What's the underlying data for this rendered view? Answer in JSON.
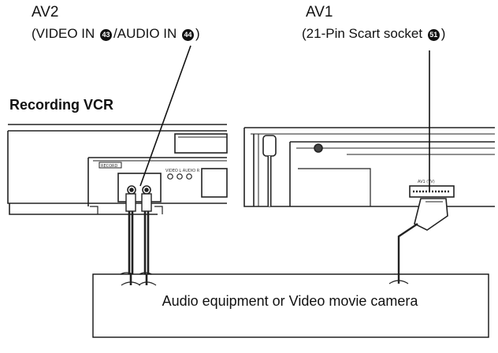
{
  "av2": {
    "title": "AV2",
    "line_prefix": "(VIDEO IN ",
    "video_num": "43",
    "line_mid": "/AUDIO IN ",
    "audio_num": "44",
    "line_suffix": ")"
  },
  "av1": {
    "title": "AV1",
    "line_prefix": "(21-Pin Scart socket ",
    "num": "51",
    "line_suffix": ")"
  },
  "recording_vcr": "Recording VCR",
  "equipment_box": "Audio equipment or Video movie camera",
  "panel_labels": {
    "vcr_side_tag": "RECORD",
    "vcr_jacks_tag": "VIDEO L AUDIO R",
    "scart_tag": "AV1 (TV)"
  }
}
